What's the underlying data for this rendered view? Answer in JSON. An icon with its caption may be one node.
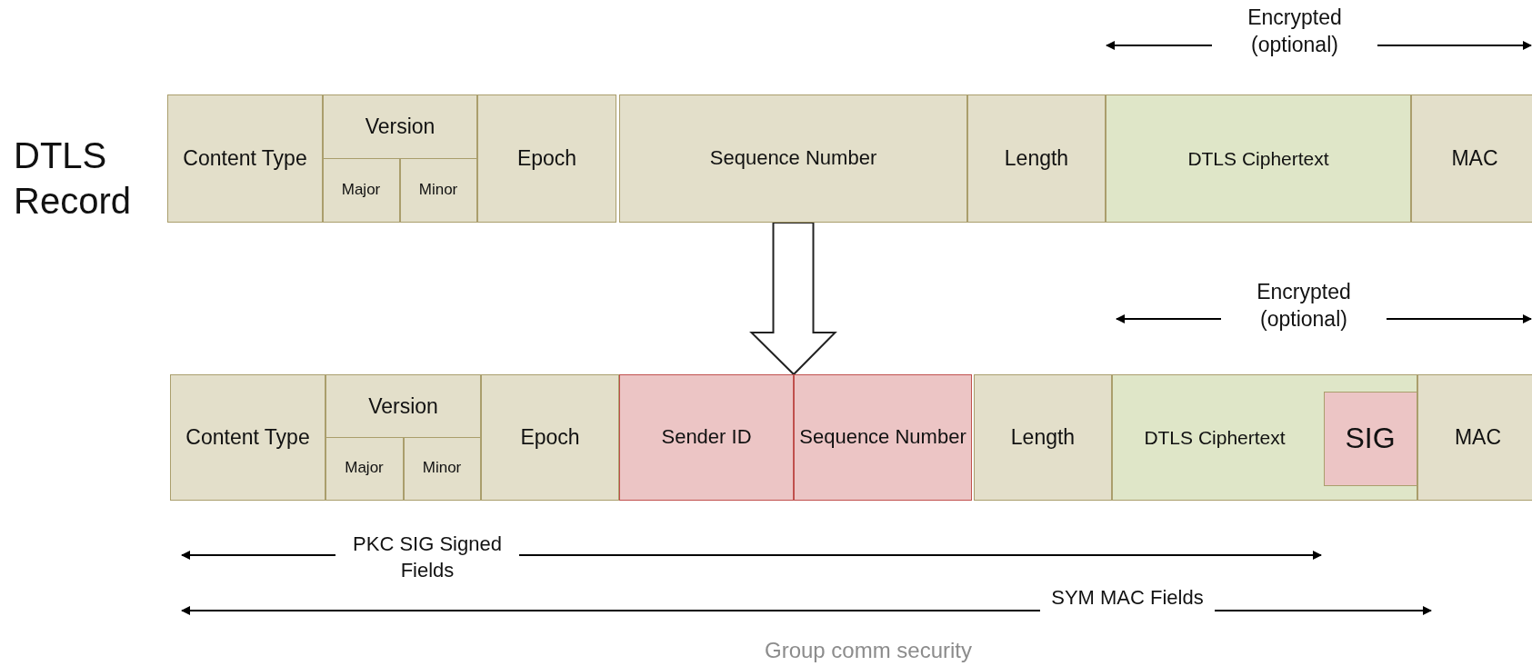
{
  "diagram": {
    "caption": "Group comm security",
    "nodes": [
      {
        "text": [
          "Content Type"
        ]
      },
      {
        "text": [
          "Version"
        ]
      },
      {
        "text": [
          "Major"
        ],
        "in": 1
      },
      {
        "text": [
          "Minor"
        ],
        "in": 1
      },
      {
        "text": [
          "Epoch"
        ]
      },
      {
        "text": [
          "Sequence Number"
        ]
      },
      {
        "text": [
          "Length"
        ]
      },
      {
        "text": [
          "DTLS Ciphertext"
        ]
      },
      {
        "text": [
          "MAC"
        ]
      },
      {
        "text": [
          "Content Type"
        ]
      },
      {
        "text": [
          "Version"
        ]
      },
      {
        "text": [
          "Major"
        ],
        "in": 10
      },
      {
        "text": [
          "Minor"
        ],
        "in": 10
      },
      {
        "text": [
          "Epoch"
        ]
      },
      {
        "text": [
          "Sender ID"
        ]
      },
      {
        "text": [
          "Sequence Number"
        ]
      },
      {
        "text": [
          "Length"
        ]
      },
      {
        "text": [
          "DTLS Ciphertext"
        ]
      },
      {
        "text": [
          "SIG"
        ],
        "in": 17
      },
      {
        "text": [
          "MAC"
        ]
      }
    ],
    "edges": [
      {
        "from": 5,
        "to": 14,
        "arrow": "to",
        "style": "thick"
      }
    ],
    "labels": [
      "Encrypted (optional)",
      "DTLS Record",
      "Encrypted (optional)",
      "PKC SIG Signed Fields",
      "SYM MAC Fields"
    ]
  }
}
